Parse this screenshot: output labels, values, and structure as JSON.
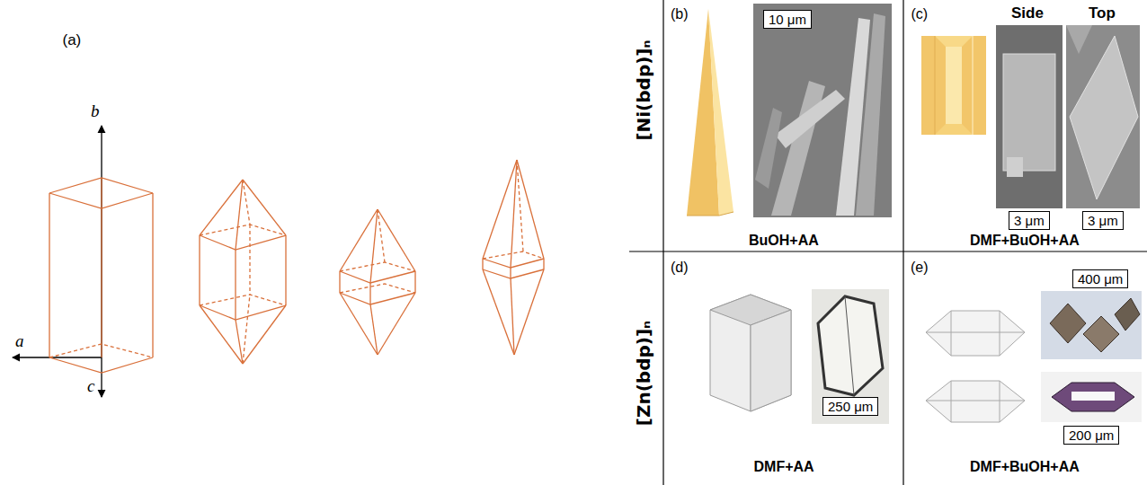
{
  "diagram": {
    "nodes": [
      {
        "text": [
          "10 μm"
        ]
      },
      {
        "text": [
          "3 μm"
        ]
      },
      {
        "text": [
          "3 μm"
        ]
      },
      {
        "text": [
          "250 μm"
        ]
      },
      {
        "text": [
          "400 μm"
        ]
      },
      {
        "text": [
          "200 μm"
        ]
      }
    ],
    "labels": [
      "(a)",
      "b",
      "a",
      "c",
      "(b)",
      "(c)",
      "Side",
      "Top",
      "(d)",
      "(e)",
      "[Ni(bdp)]ₙ",
      "[Zn(bdp)]ₙ",
      "BuOH+AA",
      "DMF+BuOH+AA",
      "DMF+AA",
      "DMF+BuOH+AA"
    ]
  }
}
